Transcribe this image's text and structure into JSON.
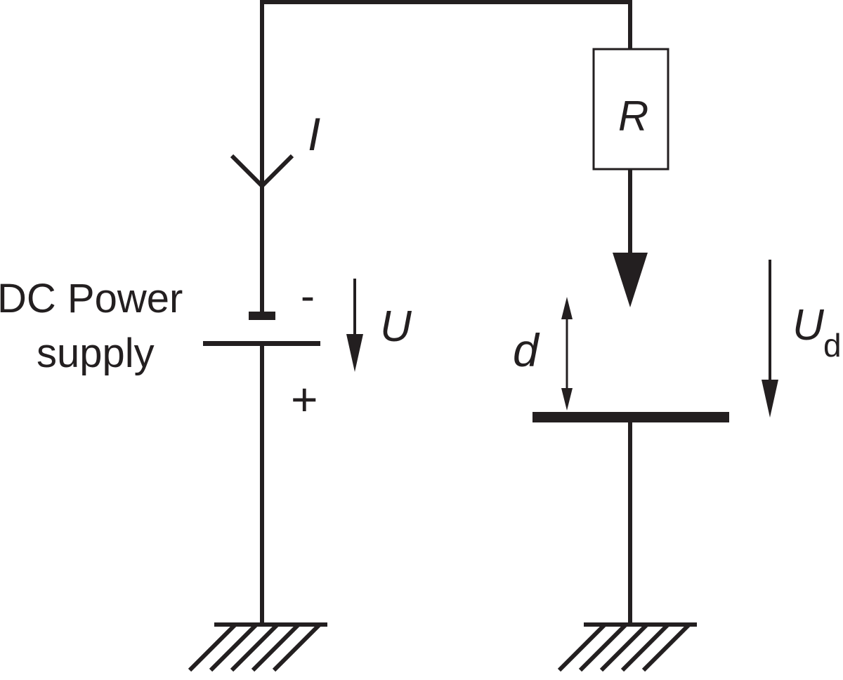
{
  "labels": {
    "current": "I",
    "resistor": "R",
    "supply_line1": "DC Power",
    "supply_line2": "supply",
    "minus": "-",
    "plus": "+",
    "voltage": "U",
    "gap": "d",
    "gap_voltage": "U",
    "gap_voltage_sub": "d"
  },
  "colors": {
    "ink": "#231f20",
    "background": "#ffffff"
  }
}
